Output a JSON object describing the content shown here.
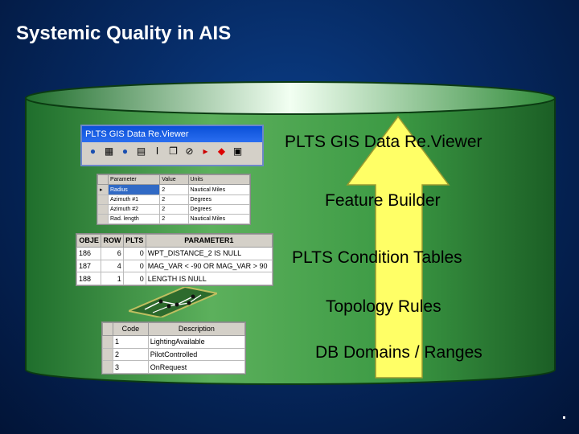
{
  "slide": {
    "title": "Systemic Quality in AIS"
  },
  "labels": [
    {
      "text": "PLTS GIS Data Re.Viewer"
    },
    {
      "text": "Feature Builder"
    },
    {
      "text": "PLTS Condition Tables"
    },
    {
      "text": "Topology Rules"
    },
    {
      "text": "DB Domains / Ranges"
    }
  ],
  "toolbar": {
    "title": "PLTS GIS Data Re.Viewer"
  },
  "params_grid": {
    "headers": [
      "Parameter",
      "Value",
      "Units"
    ],
    "rows": [
      {
        "name": "Radius",
        "value": "2",
        "units": "Nautical Miles"
      },
      {
        "name": "Azimuth #1",
        "value": "2",
        "units": "Degrees"
      },
      {
        "name": "Azimuth #2",
        "value": "2",
        "units": "Degrees"
      },
      {
        "name": "Rad. length",
        "value": "2",
        "units": "Nautical Miles"
      }
    ]
  },
  "condition_table": {
    "headers": [
      "OBJE",
      "ROW",
      "PLTS",
      "PARAMETER1"
    ],
    "rows": [
      {
        "obje": "186",
        "row": "6",
        "plts": "0",
        "param": "WPT_DISTANCE_2 IS NULL"
      },
      {
        "obje": "187",
        "row": "4",
        "plts": "0",
        "param": "MAG_VAR < -90 OR MAG_VAR > 90"
      },
      {
        "obje": "188",
        "row": "1",
        "plts": "0",
        "param": "LENGTH IS NULL"
      }
    ]
  },
  "domain_table": {
    "headers": [
      "Code",
      "Description"
    ],
    "rows": [
      {
        "code": "1",
        "desc": "LightingAvailable"
      },
      {
        "code": "2",
        "desc": "PilotControlled"
      },
      {
        "code": "3",
        "desc": "OnRequest"
      }
    ]
  },
  "colors": {
    "background": "#062a63",
    "cylinder_green": "#2e8b3e",
    "arrow_yellow": "#ffff66"
  }
}
